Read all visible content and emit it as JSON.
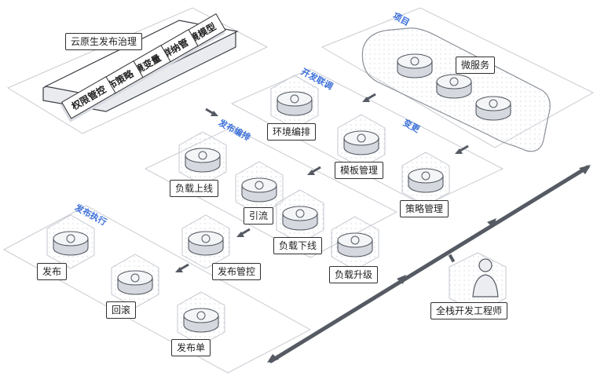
{
  "governance": {
    "title": "云原生发布治理",
    "layers": [
      "环境模型",
      "集群纳管",
      "环境变量",
      "发布策略",
      "权限管控"
    ]
  },
  "sections": {
    "project": "项目",
    "dev_debug": "开发联调",
    "change": "变更",
    "release_orch": "发布编排",
    "release_exec": "发布执行"
  },
  "project": {
    "microservice_label": "微服务"
  },
  "dev_debug": {
    "env_orch": "环境编排",
    "template_mgmt": "模板管理"
  },
  "change": {
    "policy_mgmt": "策略管理"
  },
  "release_orch": {
    "load_online": "负载上线",
    "traffic": "引流",
    "load_offline": "负载下线",
    "release_control": "发布管控",
    "load_upgrade": "负载升级"
  },
  "release_exec": {
    "release": "发布",
    "rollback": "回滚",
    "release_order": "发布单"
  },
  "engineer": {
    "label": "全栈开发工程师"
  },
  "colors": {
    "accent": "#3b6fd8",
    "line": "#555a63",
    "panel": "#c9ccd3"
  }
}
